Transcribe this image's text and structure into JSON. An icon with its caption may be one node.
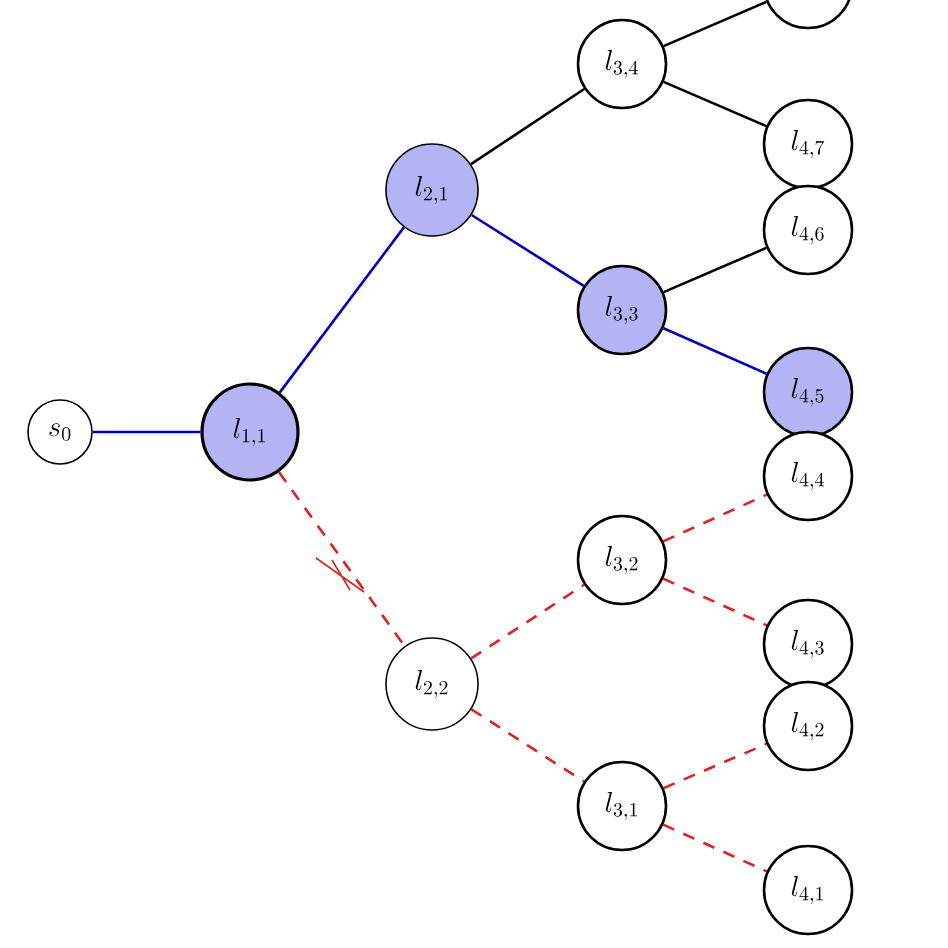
{
  "diagram": {
    "nodes": [
      {
        "text": [
          "s_0"
        ]
      },
      {
        "text": [
          "l_{1,1}"
        ]
      },
      {
        "text": [
          "l_{2,1}"
        ]
      },
      {
        "text": [
          "l_{2,2}"
        ]
      },
      {
        "text": [
          "l_{3,4}"
        ]
      },
      {
        "text": [
          "l_{3,3}"
        ]
      },
      {
        "text": [
          "l_{3,2}"
        ]
      },
      {
        "text": [
          "l_{3,1}"
        ]
      },
      {
        "text": [],
        "shape": "circle"
      },
      {
        "text": [
          "l_{4,7}"
        ]
      },
      {
        "text": [
          "l_{4,6}"
        ]
      },
      {
        "text": [
          "l_{4,5}"
        ]
      },
      {
        "text": [
          "l_{4,4}"
        ]
      },
      {
        "text": [
          "l_{4,3}"
        ]
      },
      {
        "text": [
          "l_{4,2}"
        ]
      },
      {
        "text": [
          "l_{4,1}"
        ]
      }
    ],
    "edges": [
      {
        "from": 0,
        "to": 1,
        "arrow": "none",
        "color": "#0000bb"
      },
      {
        "from": 1,
        "to": 2,
        "arrow": "none",
        "color": "#0000bb"
      },
      {
        "from": 1,
        "to": 3,
        "arrow": "none",
        "style": "dashed",
        "color": "#dd2222"
      },
      {
        "from": 2,
        "to": 4,
        "arrow": "none",
        "color": "#000000"
      },
      {
        "from": 2,
        "to": 5,
        "arrow": "none",
        "color": "#0000bb"
      },
      {
        "from": 3,
        "to": 6,
        "arrow": "none",
        "style": "dashed",
        "color": "#dd2222"
      },
      {
        "from": 3,
        "to": 7,
        "arrow": "none",
        "style": "dashed",
        "color": "#dd2222"
      },
      {
        "from": 4,
        "to": 8,
        "arrow": "none",
        "color": "#000000"
      },
      {
        "from": 4,
        "to": 9,
        "arrow": "none",
        "color": "#000000"
      },
      {
        "from": 5,
        "to": 10,
        "arrow": "none",
        "color": "#000000"
      },
      {
        "from": 5,
        "to": 11,
        "arrow": "none",
        "color": "#0000bb"
      },
      {
        "from": 6,
        "to": 12,
        "arrow": "none",
        "style": "dashed",
        "color": "#dd2222"
      },
      {
        "from": 6,
        "to": 13,
        "arrow": "none",
        "style": "dashed",
        "color": "#dd2222"
      },
      {
        "from": 7,
        "to": 14,
        "arrow": "none",
        "style": "dashed",
        "color": "#dd2222"
      },
      {
        "from": 7,
        "to": 15,
        "arrow": "none",
        "style": "dashed",
        "color": "#dd2222"
      }
    ]
  }
}
